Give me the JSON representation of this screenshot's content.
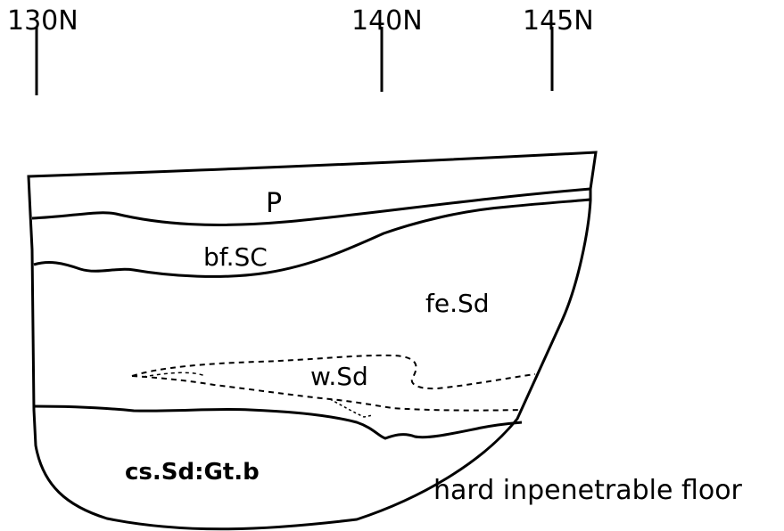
{
  "markers": [
    {
      "label": "130N"
    },
    {
      "label": "140N"
    },
    {
      "label": "145N"
    }
  ],
  "layers": {
    "p": "P",
    "bf_sc": "bf.SC",
    "fe_sd": "fe.Sd",
    "w_sd": "w.Sd",
    "cs_sd": "cs.Sd:Gt.b"
  },
  "annotation": "hard inpenetrable floor",
  "colors": {
    "ink": "#000000",
    "paper": "#ffffff"
  }
}
